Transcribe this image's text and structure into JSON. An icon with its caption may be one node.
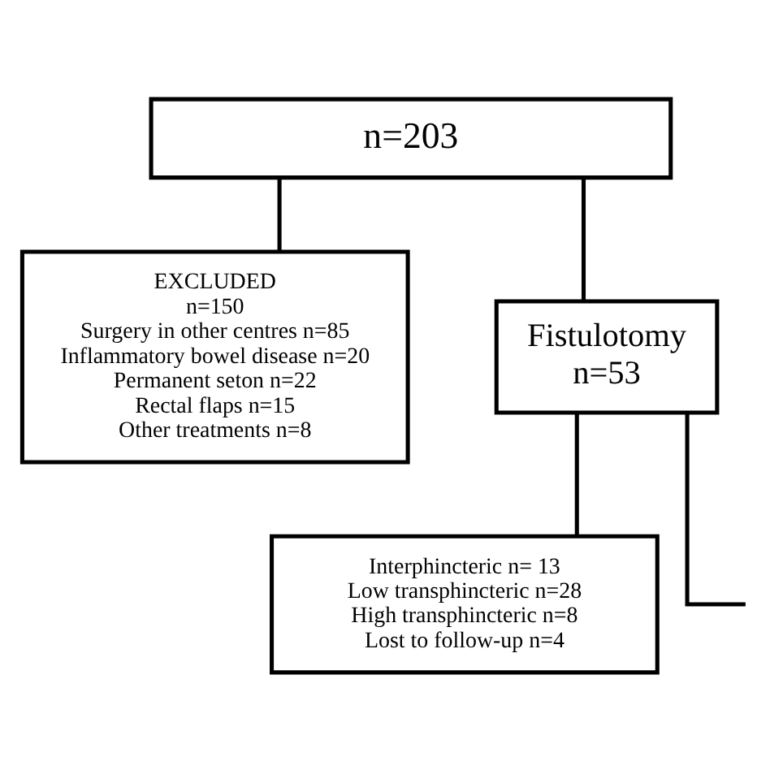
{
  "diagram": {
    "nodes": [
      {
        "text": [
          "n=203"
        ]
      },
      {
        "text": [
          "EXCLUDED",
          "n=150",
          "Surgery in other centres n=85",
          "Inflammatory bowel disease n=20",
          "Permanent seton n=22",
          "Rectal flaps n=15",
          "Other treatments n=8"
        ]
      },
      {
        "text": [
          "Fistulotomy",
          "n=53"
        ]
      },
      {
        "text": [
          "Interphincteric n= 13",
          "Low transphincteric n=28",
          "High transphincteric n=8",
          "Lost to follow-up n=4"
        ]
      }
    ],
    "edges": [
      {
        "from": 0,
        "to": 1,
        "arrow": "none"
      },
      {
        "from": 0,
        "to": 2,
        "arrow": "none"
      },
      {
        "from": 2,
        "to": 3,
        "arrow": "none"
      },
      {
        "from": 2,
        "to": null,
        "arrow": "none"
      }
    ]
  }
}
